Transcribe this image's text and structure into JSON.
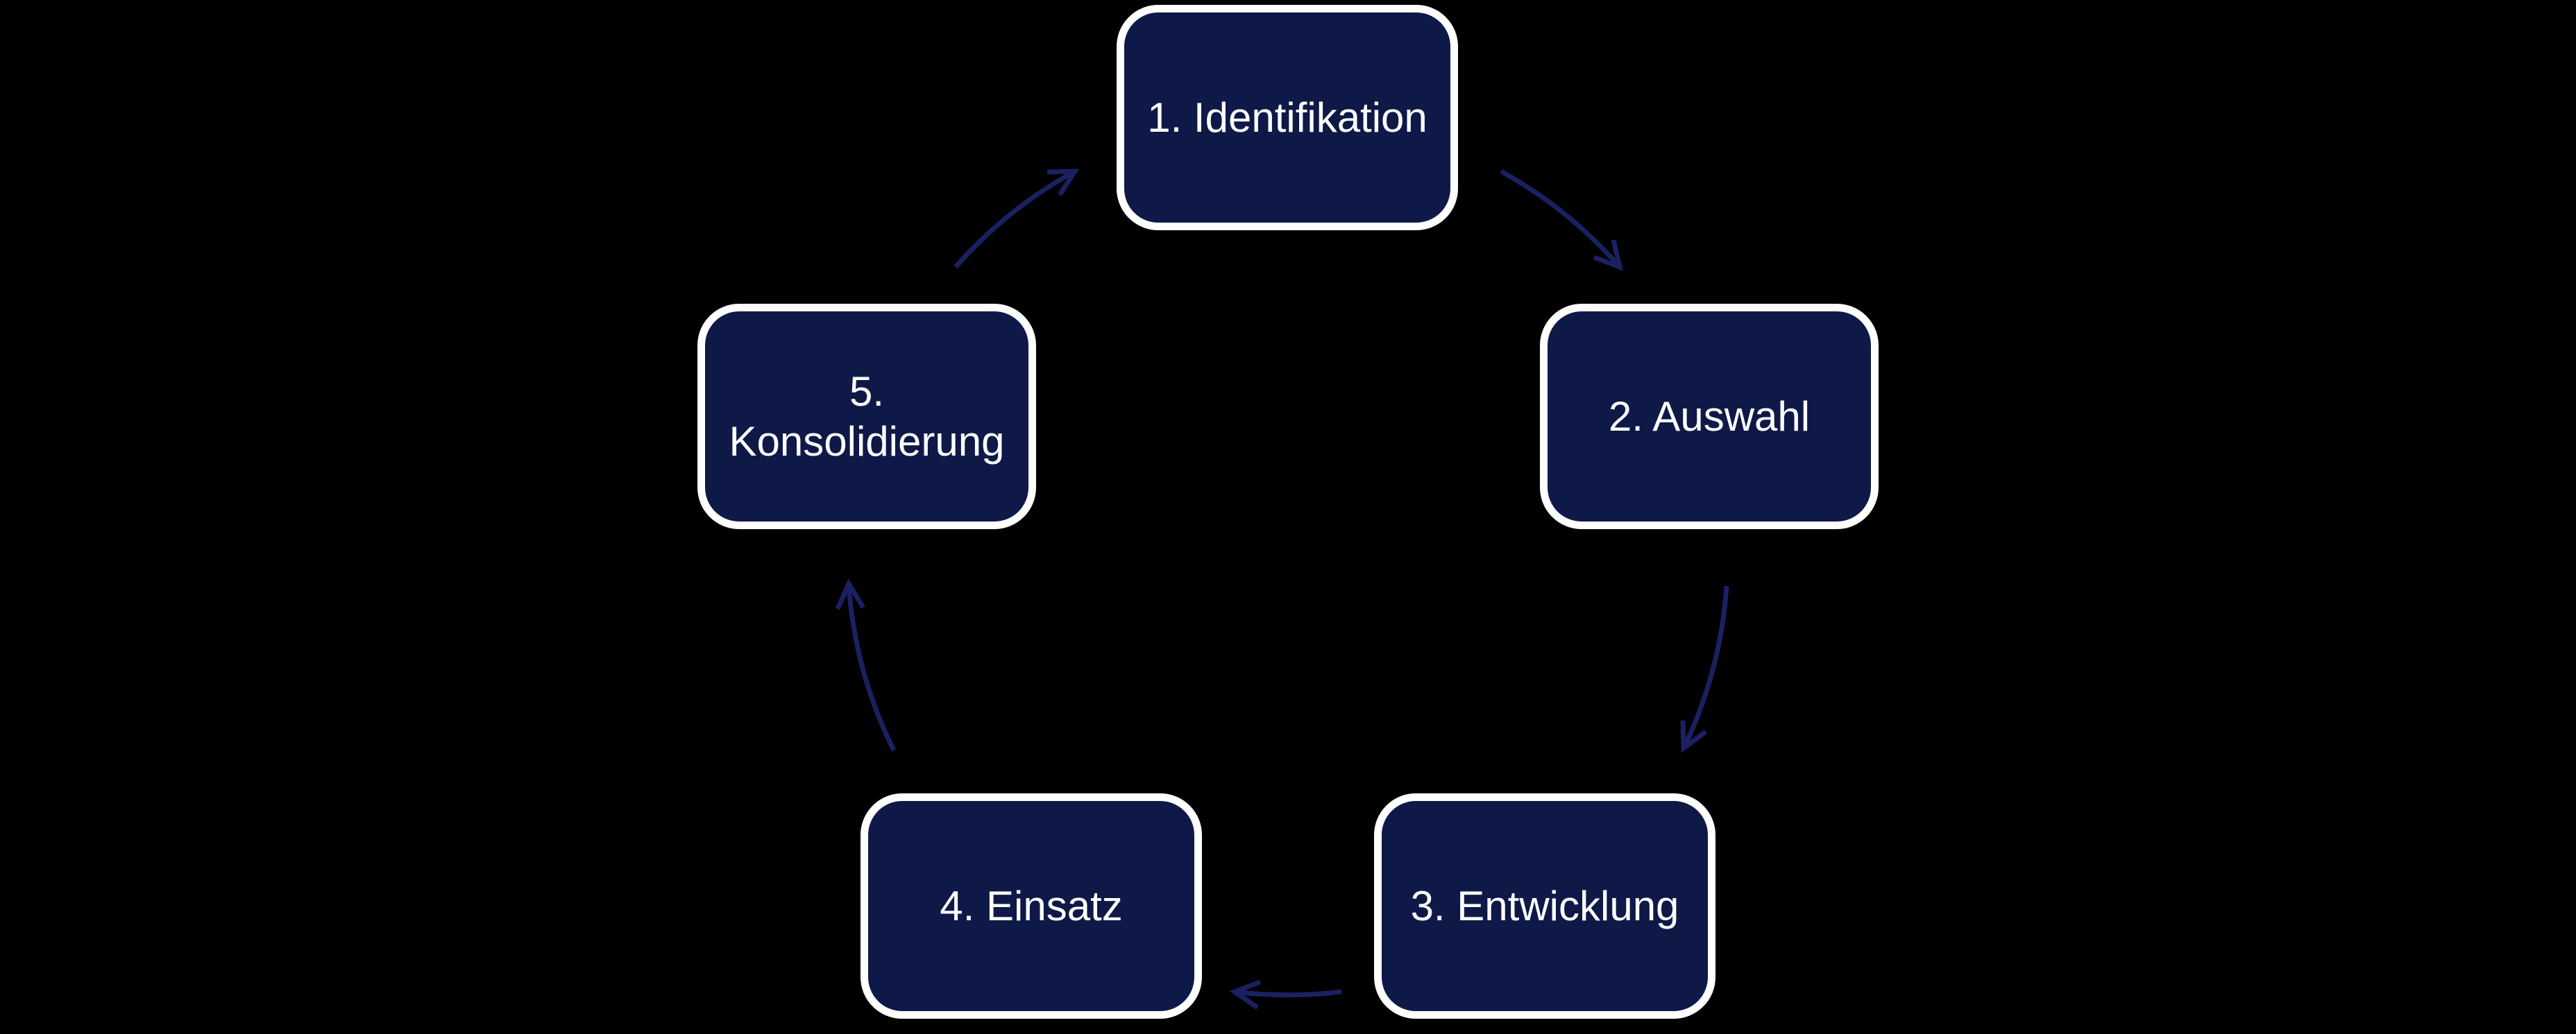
{
  "diagram": {
    "type": "cycle",
    "direction": "clockwise",
    "nodes": [
      {
        "id": "1",
        "label": "1. Identifikation"
      },
      {
        "id": "2",
        "label": "2. Auswahl"
      },
      {
        "id": "3",
        "label": "3. Entwicklung"
      },
      {
        "id": "4",
        "label": "4. Einsatz"
      },
      {
        "id": "5",
        "label": "5.\nKonsolidierung"
      }
    ],
    "edges": [
      {
        "from": "1",
        "to": "2"
      },
      {
        "from": "2",
        "to": "3"
      },
      {
        "from": "3",
        "to": "4"
      },
      {
        "from": "4",
        "to": "5"
      },
      {
        "from": "5",
        "to": "1"
      }
    ],
    "colors": {
      "background": "#000000",
      "node_fill": "#0e1948",
      "node_border": "#ffffff",
      "arrow": "#1a2160",
      "text": "#ffffff"
    }
  }
}
